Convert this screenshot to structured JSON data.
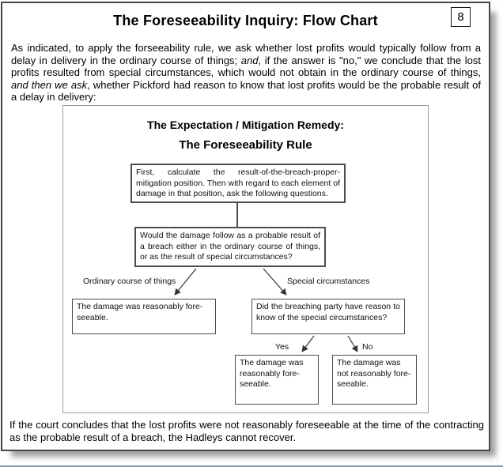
{
  "page": {
    "title": "The Foreseeability Inquiry: Flow Chart",
    "page_number": "8",
    "intro_segments": [
      {
        "text": "As indicated, to apply the forseeability rule, we ask whether lost profits would typically follow from a delay in delivery in the ordinary course of things; "
      },
      {
        "text": "and",
        "italic": true
      },
      {
        "text": ", if the answer is \"no,\" we conclude that the lost profits resulted from special circumstances, which would not obtain in the ordinary course of things, "
      },
      {
        "text": "and then we ask",
        "italic": true
      },
      {
        "text": ", whether Pickford had reason to know that lost profits would be the probable result of a delay in delivery:"
      }
    ],
    "conclusion": "If the court concludes that the lost profits were not reasonably foreseeable at the time of the contracting as the probable result of a breach, the Hadleys cannot recover."
  },
  "chart": {
    "heading_line1": "The Expectation / Mitigation Remedy:",
    "heading_line2": "The Foreseeability Rule",
    "nodes": {
      "start": "First, calculate the result-of-the-breach-proper-mitigation position. Then with regard to each element of damage in that position, ask the following questions.",
      "question1": "Would the damage follow as a probable result of a breach either in the ordinary course of things, or as the result of special circumstances?",
      "ordinary_result": "The damage was reasonably fore-seeable.",
      "question2": "Did the breaching party have reason to know of the special circumstances?",
      "yes_result": "The damage was reasonably fore-seeable.",
      "no_result": "The damage was not reasonably fore-seeable."
    },
    "branch_labels": {
      "left": "Ordinary course of things",
      "right": "Special circumstances",
      "yes": "Yes",
      "no": "No"
    }
  }
}
